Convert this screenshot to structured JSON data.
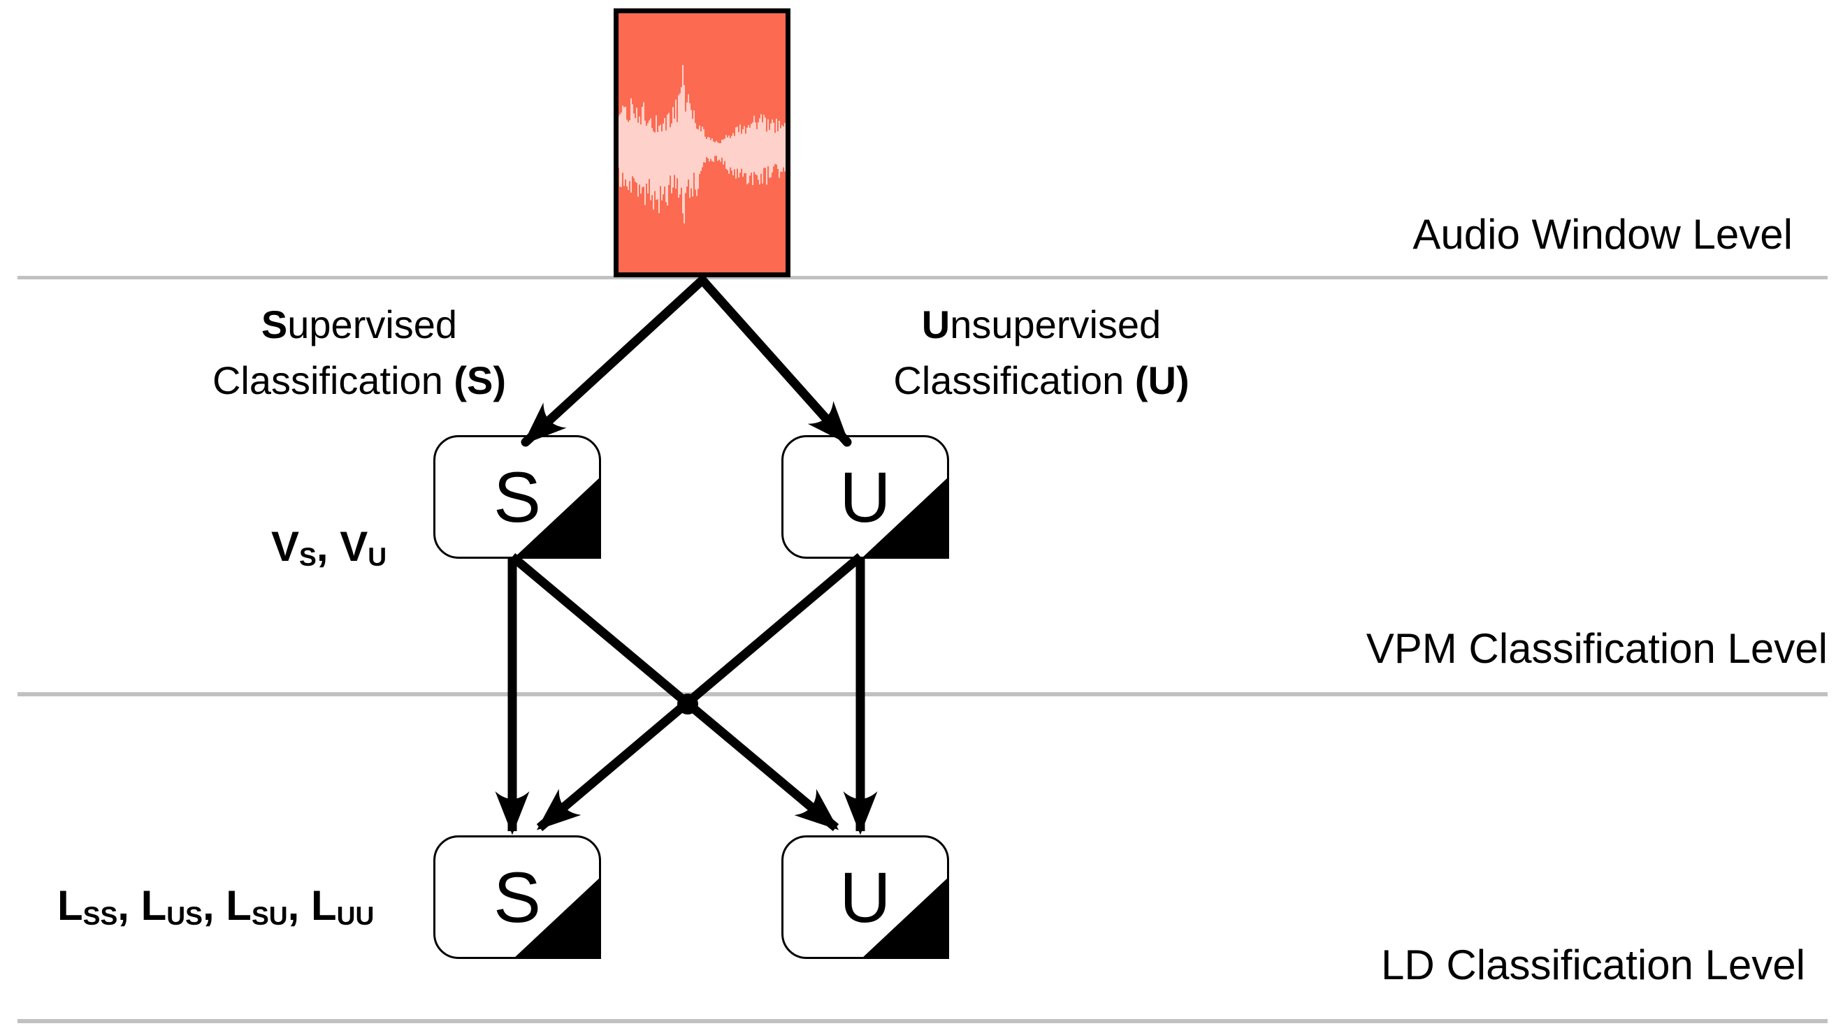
{
  "colors": {
    "waveform_box_fill": "#FB6A51",
    "waveform_stroke": "#FFFFFF",
    "separator": "#C1C1C1",
    "ink": "#000000"
  },
  "levels": {
    "audio_window": "Audio Window Level",
    "vpm_classification": "VPM Classification Level",
    "ld_classification": "LD Classification Level"
  },
  "branches": {
    "supervised": {
      "lead": "S",
      "rest": "upervised",
      "line2_pre": "Classification ",
      "emph": "(S)"
    },
    "unsupervised": {
      "lead": "U",
      "rest": "nsupervised",
      "line2_pre": "Classification ",
      "emph": "(U)"
    }
  },
  "outputs": {
    "vpm": {
      "items": [
        {
          "base": "V",
          "sub": "S"
        },
        {
          "base": "V",
          "sub": "U"
        }
      ],
      "separator": ", "
    },
    "ld": {
      "items": [
        {
          "base": "L",
          "sub": "SS"
        },
        {
          "base": "L",
          "sub": "US"
        },
        {
          "base": "L",
          "sub": "SU"
        },
        {
          "base": "L",
          "sub": "UU"
        }
      ],
      "separator": ", "
    }
  },
  "nodes": {
    "vpm_supervised": "S",
    "vpm_unsupervised": "U",
    "ld_supervised": "S",
    "ld_unsupervised": "U"
  }
}
